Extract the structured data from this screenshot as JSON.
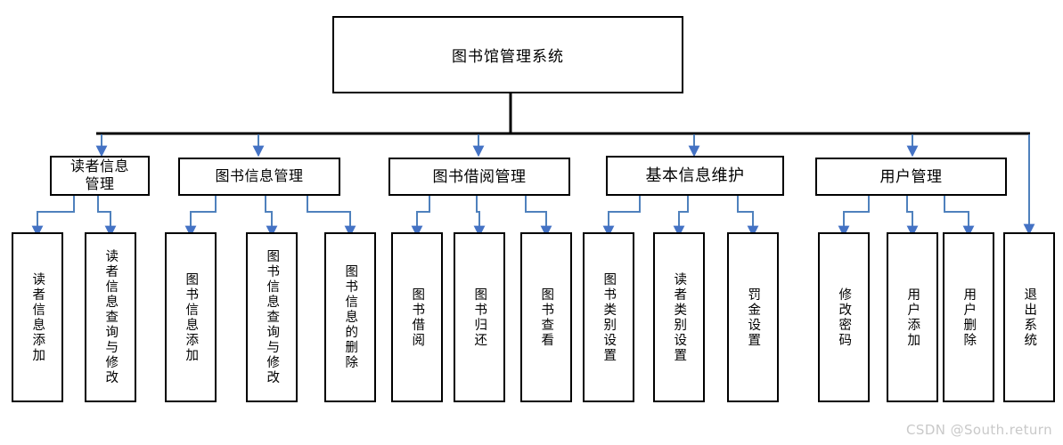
{
  "diagram": {
    "title": "图书馆管理系统",
    "watermark": "CSDN @South.return",
    "colors": {
      "box_border": "#000000",
      "box_fill": "#ffffff",
      "trunk_line": "#000000",
      "branch_line": "#4f81bd",
      "arrow_head": "#4472c4",
      "watermark_text": "#c9c9c9"
    },
    "root": {
      "label": "图书馆管理系统"
    },
    "level2": [
      {
        "id": "reader-info-management",
        "label": "读者信息\n管理",
        "label_lines": [
          "读者信息",
          "管理"
        ]
      },
      {
        "id": "book-info-management",
        "label": "图书信息管理",
        "label_lines": [
          "图书信息管理"
        ]
      },
      {
        "id": "book-borrow-management",
        "label": "图书借阅管理",
        "label_lines": [
          "图书借阅管理"
        ]
      },
      {
        "id": "basic-info-maintenance",
        "label": "基本信息维护",
        "label_lines": [
          "基本信息维护"
        ]
      },
      {
        "id": "user-management",
        "label": "用户管理",
        "label_lines": [
          "用户管理"
        ]
      }
    ],
    "leaves": [
      {
        "id": "reader-info-add",
        "parent": "reader-info-management",
        "label": "读者信息添加"
      },
      {
        "id": "reader-info-query-edit",
        "parent": "reader-info-management",
        "label": "读者信息查询与修改"
      },
      {
        "id": "book-info-add",
        "parent": "book-info-management",
        "label": "图书信息添加"
      },
      {
        "id": "book-info-query-edit",
        "parent": "book-info-management",
        "label": "图书信息查询与修改"
      },
      {
        "id": "book-info-delete",
        "parent": "book-info-management",
        "label": "图书信息的删除"
      },
      {
        "id": "book-borrow",
        "parent": "book-borrow-management",
        "label": "图书借阅"
      },
      {
        "id": "book-return",
        "parent": "book-borrow-management",
        "label": "图书归还"
      },
      {
        "id": "book-view",
        "parent": "book-borrow-management",
        "label": "图书查看"
      },
      {
        "id": "book-category-setting",
        "parent": "basic-info-maintenance",
        "label": "图书类别设置"
      },
      {
        "id": "reader-category-setting",
        "parent": "basic-info-maintenance",
        "label": "读者类别设置"
      },
      {
        "id": "fine-setting",
        "parent": "basic-info-maintenance",
        "label": "罚金设置"
      },
      {
        "id": "change-password",
        "parent": "user-management",
        "label": "修改密码"
      },
      {
        "id": "user-add",
        "parent": "user-management",
        "label": "用户添加"
      },
      {
        "id": "user-delete",
        "parent": "user-management",
        "label": "用户删除"
      },
      {
        "id": "exit-system",
        "parent": "root",
        "label": "退出系统"
      }
    ]
  }
}
